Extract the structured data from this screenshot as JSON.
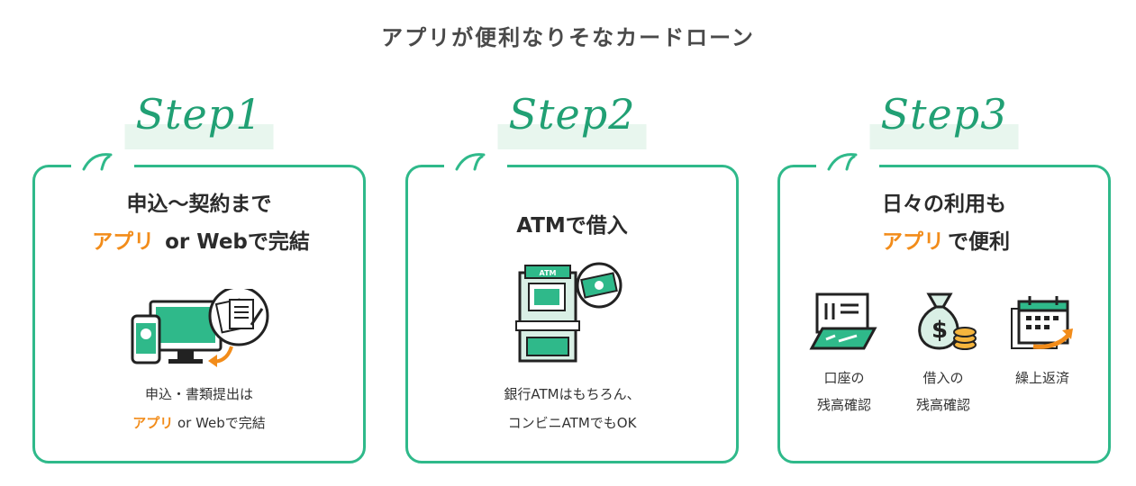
{
  "page": {
    "title": "アプリが便利なりそなカードローン"
  },
  "steps": [
    {
      "label": "Step1",
      "heading_line1": "申込～契約まで",
      "heading_highlight": "アプリ",
      "heading_rest": " or Webで完結",
      "caption_line1": "申込・書類提出は",
      "caption_highlight": "アプリ",
      "caption_rest": " or Webで完結",
      "icon": "app-web-documents-icon"
    },
    {
      "label": "Step2",
      "heading": "ATMで借入",
      "atm_sign": "ATM",
      "caption_line1": "銀行ATMはもちろん、",
      "caption_line2": "コンビニATMでもOK",
      "icon": "atm-icon"
    },
    {
      "label": "Step3",
      "heading_line1": "日々の利用も",
      "heading_highlight": "アプリ",
      "heading_rest": "で便利",
      "features": [
        {
          "icon": "passbook-icon",
          "line1": "口座の",
          "line2": "残高確認"
        },
        {
          "icon": "money-bag-icon",
          "line1": "借入の",
          "line2": "残高確認"
        },
        {
          "icon": "calendar-repay-icon",
          "line1": "繰上返済",
          "line2": ""
        }
      ]
    }
  ],
  "colors": {
    "accent_green": "#2fb98a",
    "step_green": "#21a074",
    "highlight_orange": "#f28c1a",
    "highlight_yellow": "#fff3a6",
    "label_bg": "#e8f6ee"
  }
}
